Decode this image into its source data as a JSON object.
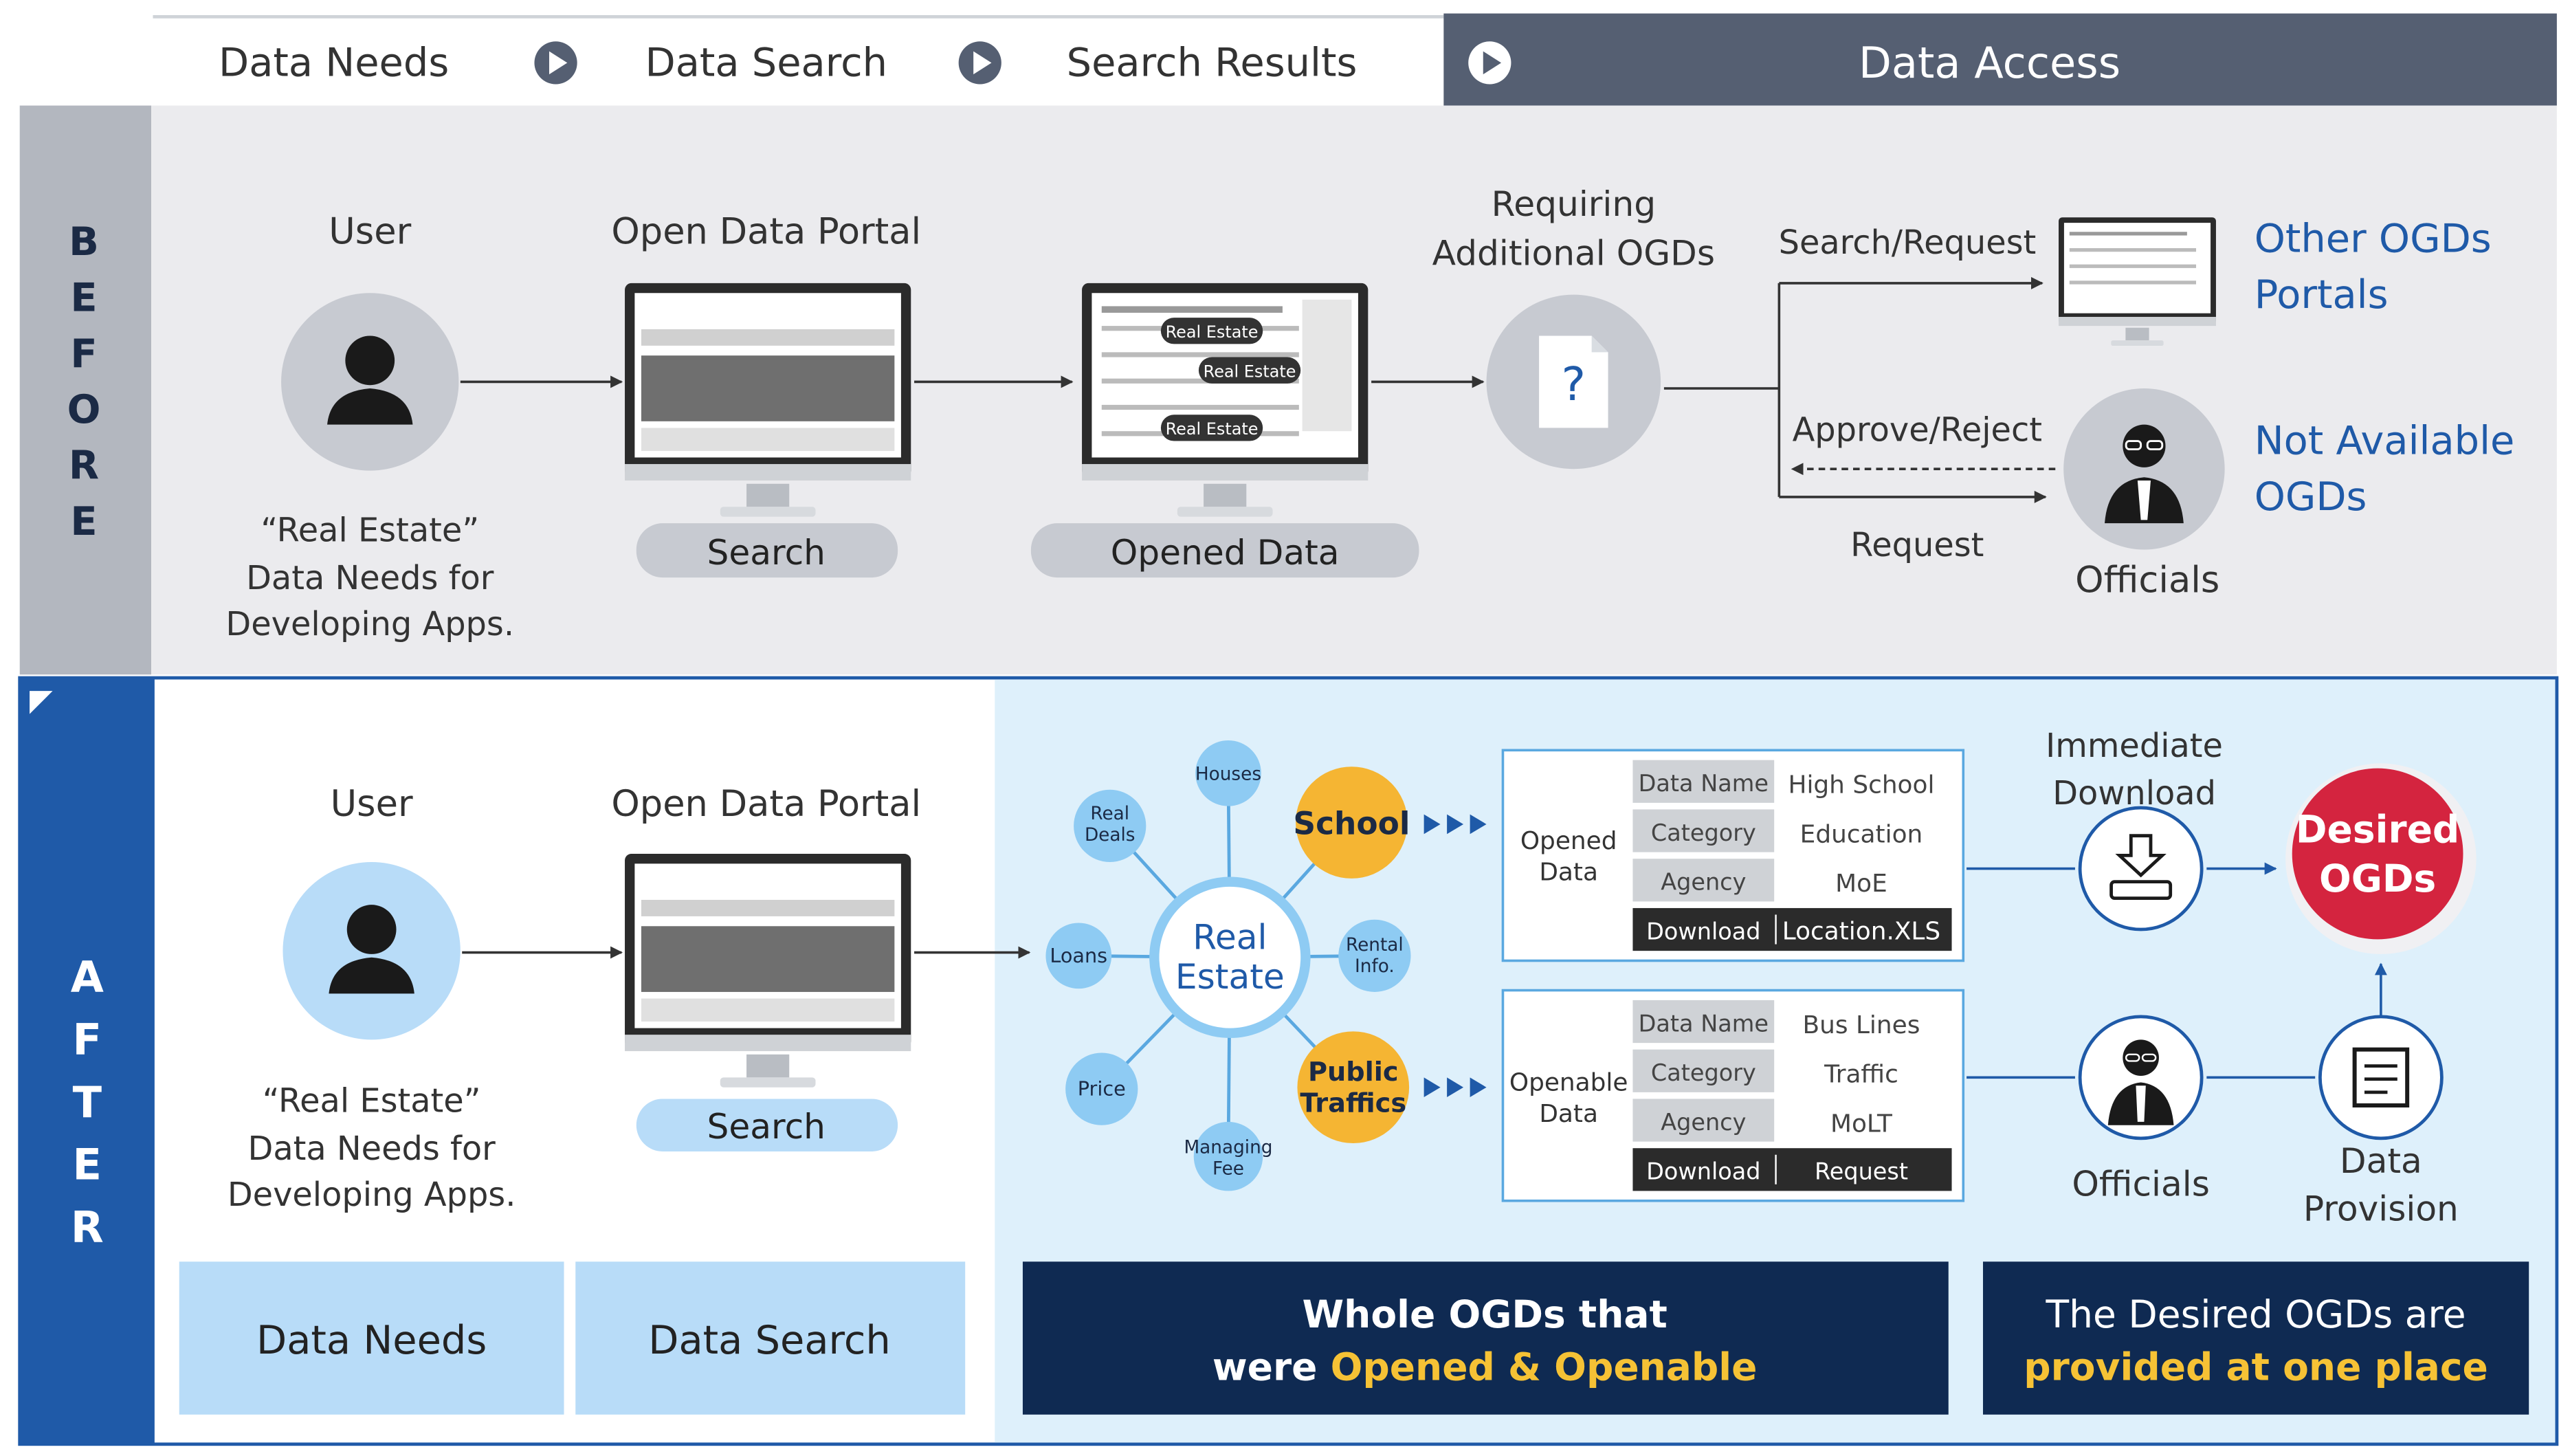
{
  "header": {
    "steps": [
      "Data Needs",
      "Data Search",
      "Search Results",
      "Data Access"
    ]
  },
  "before": {
    "side_label": [
      "B",
      "E",
      "F",
      "O",
      "R",
      "E"
    ],
    "user_title": "User",
    "user_caption": [
      "“Real Estate”",
      "Data Needs for",
      "Developing Apps."
    ],
    "portal_title": "Open Data Portal",
    "search_pill": "Search",
    "opened_pill": "Opened Data",
    "tag_label": "Real Estate",
    "requiring": [
      "Requiring",
      "Additional OGDs"
    ],
    "question_mark": "?",
    "search_request": "Search/Request",
    "approve_reject": "Approve/Reject",
    "request": "Request",
    "officials": "Officials",
    "other_portals": [
      "Other OGDs",
      "Portals"
    ],
    "not_available": [
      "Not Available",
      "OGDs"
    ]
  },
  "after": {
    "side_label": [
      "A",
      "F",
      "T",
      "E",
      "R"
    ],
    "user_title": "User",
    "user_caption": [
      "“Real Estate”",
      "Data Needs for",
      "Developing Apps."
    ],
    "portal_title": "Open Data Portal",
    "search_pill": "Search",
    "hub": [
      "Real",
      "Estate"
    ],
    "nodes": {
      "houses": [
        "Houses"
      ],
      "real_deals": [
        "Real",
        "Deals"
      ],
      "school": [
        "School"
      ],
      "loans": [
        "Loans"
      ],
      "rental": [
        "Rental",
        "Info."
      ],
      "price": [
        "Price"
      ],
      "public_traffics": [
        "Public",
        "Traffics"
      ],
      "managing_fee": [
        "Managing",
        "Fee"
      ]
    },
    "opened_table": {
      "title": [
        "Opened",
        "Data"
      ],
      "rows": [
        [
          "Data Name",
          "High School"
        ],
        [
          "Category",
          "Education"
        ],
        [
          "Agency",
          "MoE"
        ]
      ],
      "download_row": [
        "Download",
        "Location.XLS"
      ]
    },
    "openable_table": {
      "title": [
        "Openable",
        "Data"
      ],
      "rows": [
        [
          "Data Name",
          "Bus Lines"
        ],
        [
          "Category",
          "Traffic"
        ],
        [
          "Agency",
          "MoLT"
        ]
      ],
      "download_row": [
        "Download",
        "Request"
      ]
    },
    "immediate_download": [
      "Immediate",
      "Download"
    ],
    "desired": [
      "Desired",
      "OGDs"
    ],
    "officials": "Officials",
    "data_provision": [
      "Data",
      "Provision"
    ],
    "box_data_needs": "Data Needs",
    "box_data_search": "Data Search",
    "box_whole": [
      "Whole OGDs that",
      "were ",
      "Opened & Openable"
    ],
    "box_desired": [
      "The Desired OGDs are",
      "provided at one place"
    ]
  },
  "colors": {
    "navy": "#0f2a52",
    "header_dark": "#555f72",
    "before_bg": "#ebebee",
    "after_bg": "#def0fb",
    "accent_blue": "#1f5aa8",
    "light_blue": "#b8dcf8",
    "orange": "#f5b533",
    "red": "#d4243f",
    "yellow_text": "#f6c235"
  }
}
